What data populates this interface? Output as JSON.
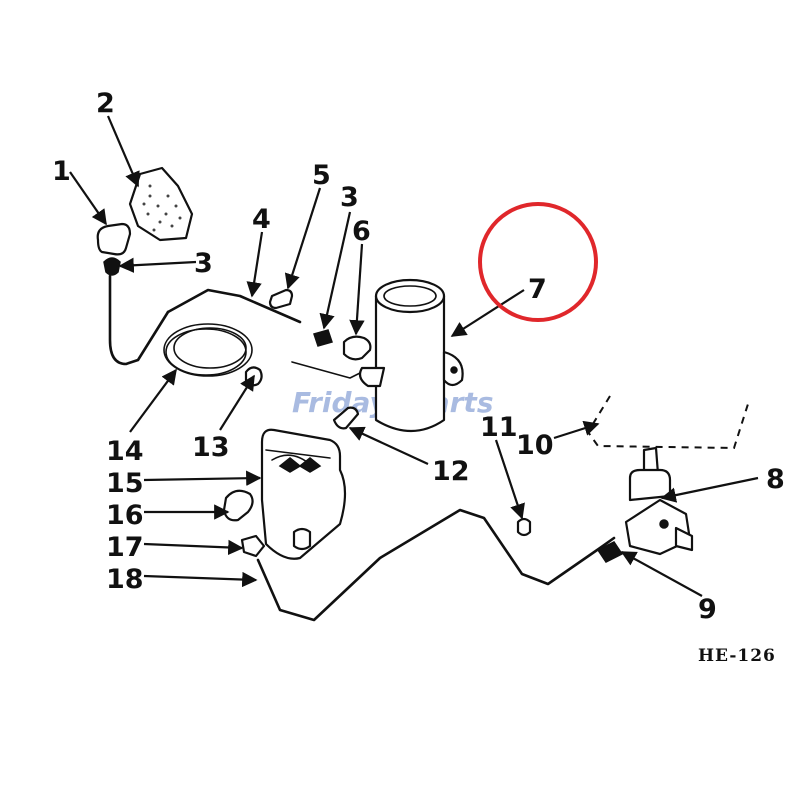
{
  "callouts": {
    "c1": "1",
    "c2": "2",
    "c3a": "3",
    "c3b": "3",
    "c4": "4",
    "c5": "5",
    "c6": "6",
    "c7": "7",
    "c8": "8",
    "c9": "9",
    "c10": "10",
    "c11": "11",
    "c12": "12",
    "c13": "13",
    "c14": "14",
    "c15": "15",
    "c16": "16",
    "c17": "17",
    "c18": "18"
  },
  "figure_ref": "HE-126",
  "watermark": {
    "part1": "Friday",
    "part2": "Parts",
    "accent_color": "#e8a93a",
    "text_color": "#9bb0dc"
  },
  "highlight": {
    "shape": "circle",
    "color": "#e0272b"
  }
}
